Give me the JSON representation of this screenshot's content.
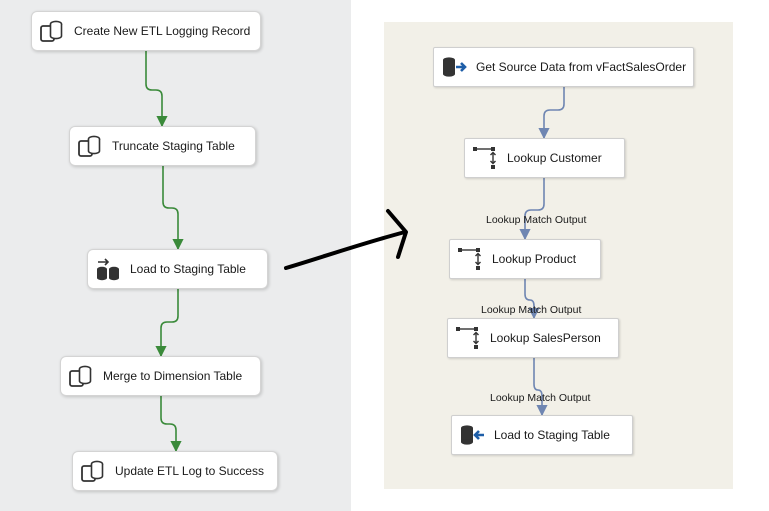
{
  "control_flow": {
    "tasks": [
      {
        "label": "Create New ETL Logging Record",
        "icon": "execute-sql-task-icon"
      },
      {
        "label": "Truncate Staging Table",
        "icon": "execute-sql-task-icon"
      },
      {
        "label": "Load to Staging Table",
        "icon": "data-flow-task-icon"
      },
      {
        "label": "Merge to Dimension Table",
        "icon": "execute-sql-task-icon"
      },
      {
        "label": "Update ETL Log to Success",
        "icon": "execute-sql-task-icon"
      }
    ],
    "precedence_color": "#3a8a3a"
  },
  "data_flow": {
    "components": [
      {
        "label": "Get Source Data from vFactSalesOrder",
        "icon": "ole-db-source-icon"
      },
      {
        "label": "Lookup Customer",
        "icon": "lookup-icon"
      },
      {
        "label": "Lookup Product",
        "icon": "lookup-icon"
      },
      {
        "label": "Lookup SalesPerson",
        "icon": "lookup-icon"
      },
      {
        "label": "Load to Staging Table",
        "icon": "ole-db-destination-icon"
      }
    ],
    "path_labels": [
      "Lookup Match Output",
      "Lookup Match Output",
      "Lookup Match Output"
    ],
    "path_color": "#6f86b2",
    "background": "#f2f0e8"
  },
  "colors": {
    "left_background": "#ebeced",
    "arrow": "#000000"
  }
}
